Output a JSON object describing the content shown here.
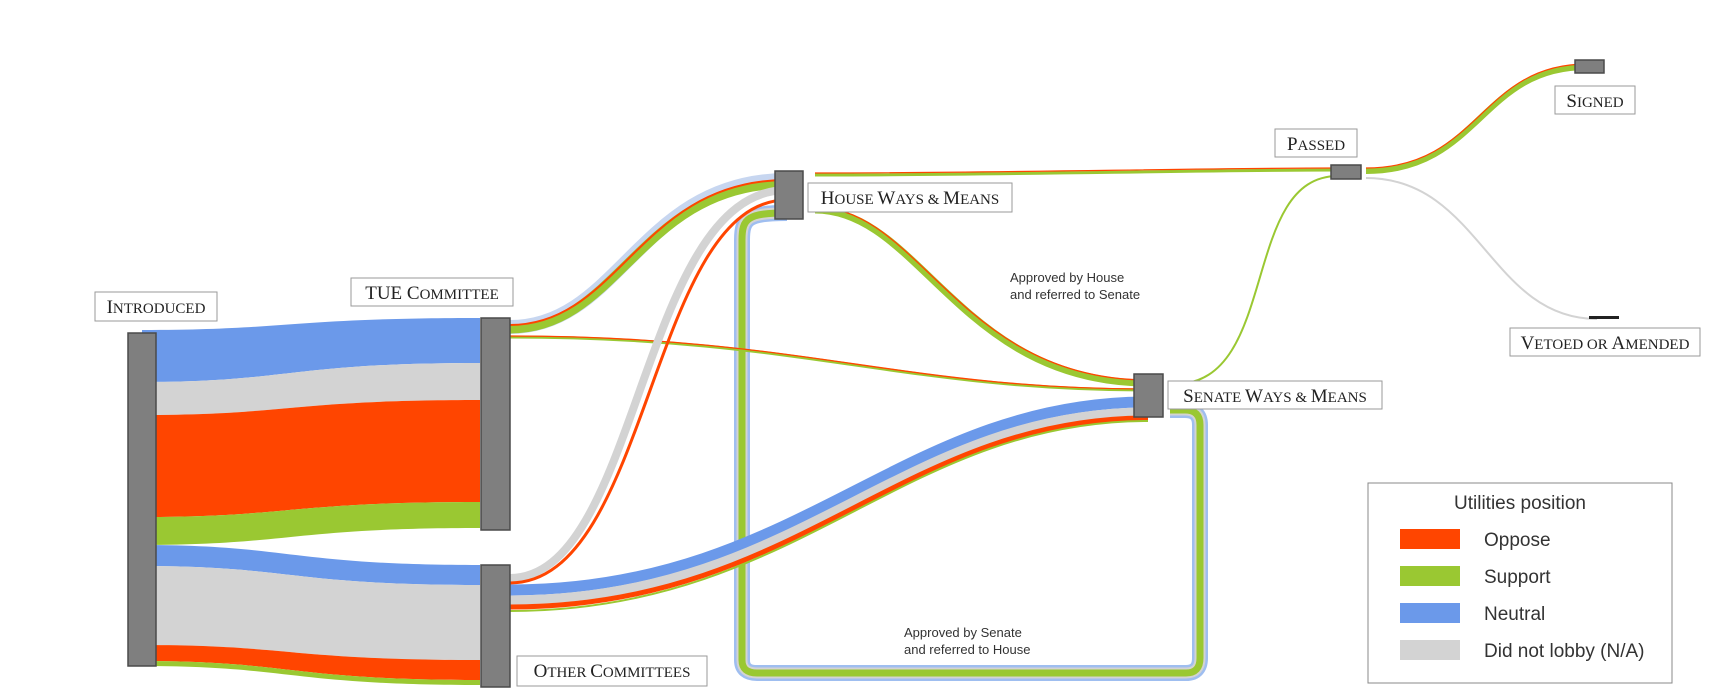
{
  "colors": {
    "oppose": "#ff4500",
    "support": "#9ac832",
    "neutral": "#6b99ea",
    "na": "#d3d3d3",
    "node": "#7f7f7f"
  },
  "nodes": {
    "introduced": {
      "first": "I",
      "rest": "NTRODUCED"
    },
    "tue": {
      "first": "TUE C",
      "rest": "OMMITTEE"
    },
    "other": {
      "first": "O",
      "rest": "THER ",
      "first2": "C",
      "rest2": "OMMITTEES"
    },
    "house": {
      "first": "H",
      "rest": "OUSE ",
      "first2": "W",
      "rest2": "AYS & ",
      "first3": "M",
      "rest3": "EANS"
    },
    "senate": {
      "first": "S",
      "rest": "ENATE ",
      "first2": "W",
      "rest2": "AYS & ",
      "first3": "M",
      "rest3": "EANS"
    },
    "passed": {
      "first": "P",
      "rest": "ASSED"
    },
    "signed": {
      "first": "S",
      "rest": "IGNED"
    },
    "vetoed": {
      "first": "V",
      "rest": "ETOED OR ",
      "first2": "A",
      "rest2": "MENDED"
    }
  },
  "annotations": {
    "house_to_senate_line1": "Approved by House",
    "house_to_senate_line2": "and referred to Senate",
    "senate_to_house_line1": "Approved by Senate",
    "senate_to_house_line2": "and referred to House"
  },
  "legend": {
    "title": "Utilities position",
    "items": [
      {
        "label": "Oppose",
        "color": "#ff4500"
      },
      {
        "label": "Support",
        "color": "#9ac832"
      },
      {
        "label": "Neutral",
        "color": "#6b99ea"
      },
      {
        "label": "Did not lobby (N/A)",
        "color": "#d3d3d3"
      }
    ]
  }
}
